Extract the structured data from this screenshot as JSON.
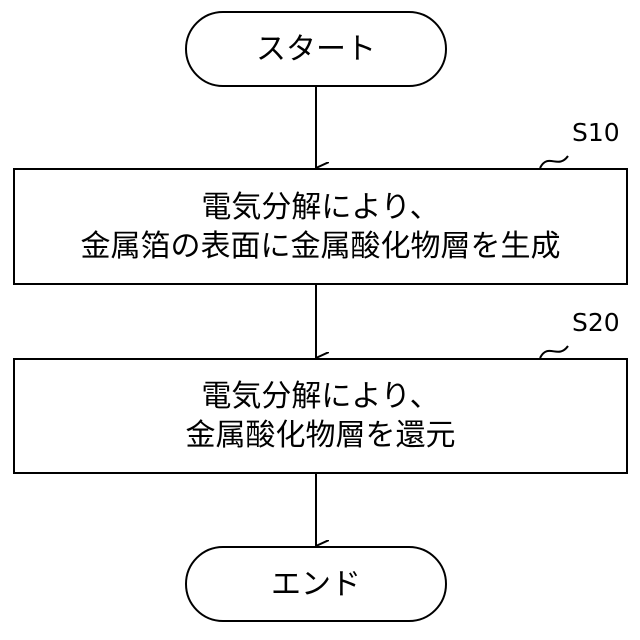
{
  "start": "スタート",
  "end": "エンド",
  "steps": [
    {
      "id": "S10",
      "lines": [
        "電気分解により、",
        "金属箔の表面に金属酸化物層を生成"
      ]
    },
    {
      "id": "S20",
      "lines": [
        "電気分解により、",
        "金属酸化物層を還元"
      ]
    }
  ]
}
